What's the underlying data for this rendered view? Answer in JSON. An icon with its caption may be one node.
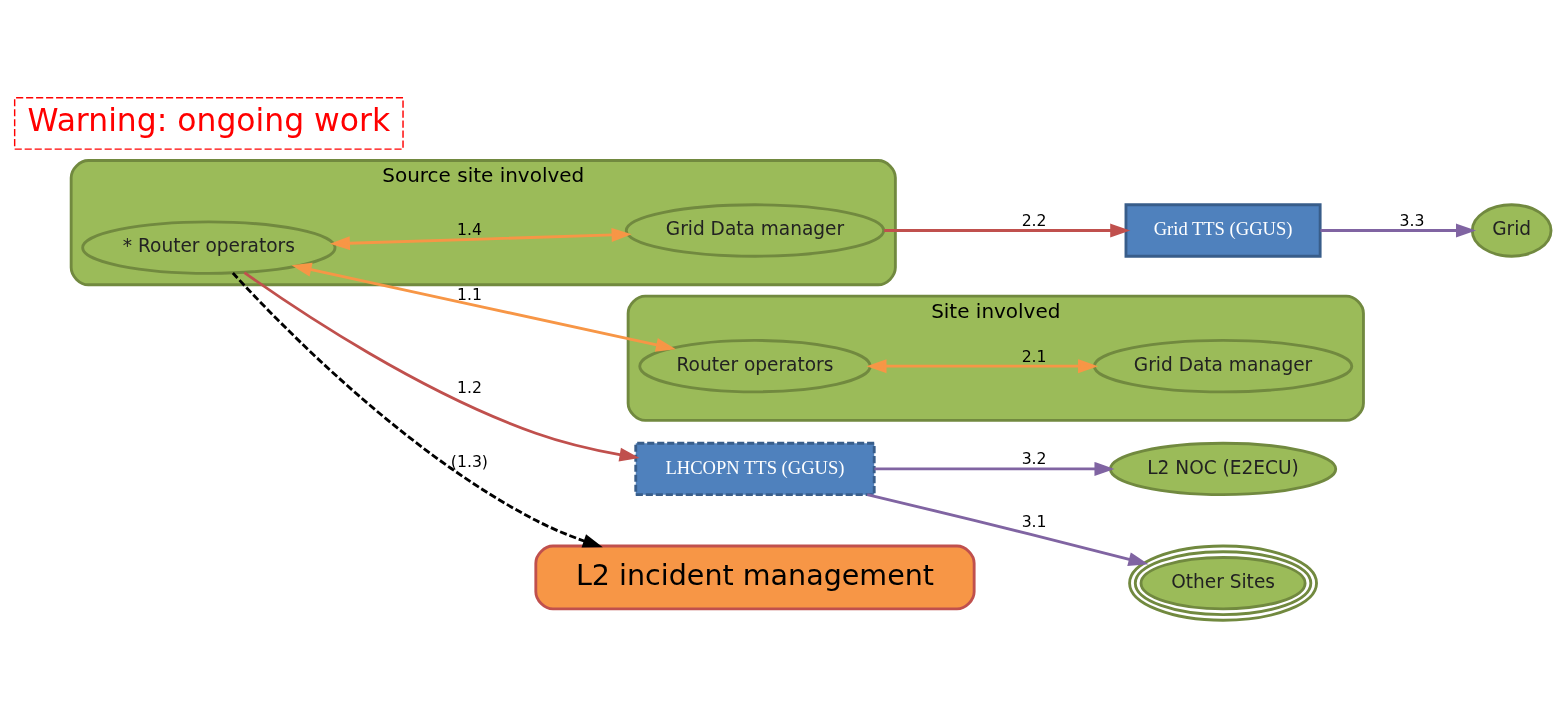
{
  "diagram": {
    "nodes": [
      {
        "text": [
          "Site involved"
        ]
      },
      {
        "text": [
          "Router operators"
        ],
        "in": 0
      },
      {
        "text": [
          "Grid Data manager"
        ],
        "in": 0
      },
      {
        "text": [
          "Source site involved"
        ]
      },
      {
        "text": [
          "* Router operators"
        ],
        "in": 3
      },
      {
        "text": [
          "Grid Data manager"
        ],
        "in": 3
      },
      {
        "text": [
          "Grid TTS (GGUS)"
        ]
      },
      {
        "text": [
          "Grid"
        ]
      },
      {
        "text": [
          "LHCOPN TTS (GGUS)"
        ]
      },
      {
        "text": [
          "L2 NOC (E2ECU)"
        ]
      },
      {
        "text": [
          "Other Sites"
        ]
      },
      {
        "text": [
          "L2 incident management"
        ]
      }
    ],
    "edges": [
      {
        "from": 1,
        "to": 2,
        "arrow": "both",
        "label": "2.1",
        "color": "#f79646"
      },
      {
        "from": 4,
        "to": 1,
        "arrow": "both",
        "label": "1.1",
        "color": "#f79646"
      },
      {
        "from": 4,
        "to": 5,
        "arrow": "both",
        "label": "1.4",
        "color": "#f79646"
      },
      {
        "from": 5,
        "to": 6,
        "arrow": "to",
        "label": "2.2",
        "color": "#c0504d"
      },
      {
        "from": 4,
        "to": 8,
        "arrow": "to",
        "label": "1.2",
        "color": "#c0504d"
      },
      {
        "from": 4,
        "to": 11,
        "arrow": "to",
        "label": "(1.3)",
        "style": "dashed",
        "color": "#000000"
      },
      {
        "from": 6,
        "to": 7,
        "arrow": "to",
        "label": "3.3",
        "color": "#8064a2"
      },
      {
        "from": 8,
        "to": 9,
        "arrow": "to",
        "label": "3.2",
        "color": "#8064a2"
      },
      {
        "from": 8,
        "to": 10,
        "arrow": "to",
        "label": "3.1",
        "color": "#8064a2"
      }
    ],
    "labels": [
      "Warning: ongoing work"
    ]
  }
}
